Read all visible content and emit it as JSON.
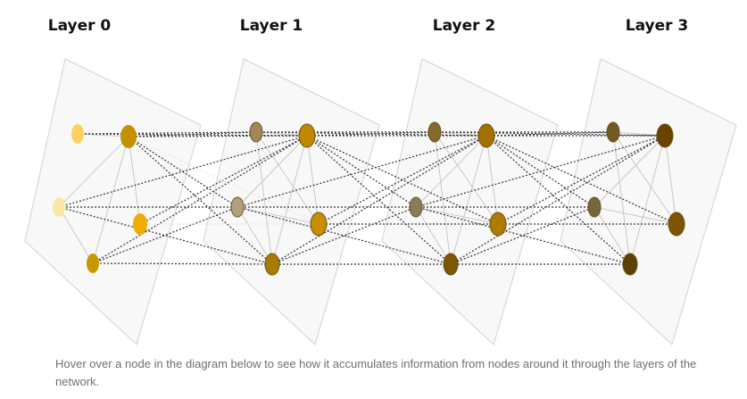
{
  "layers": [
    {
      "title": "Layer 0"
    },
    {
      "title": "Layer 1"
    },
    {
      "title": "Layer 2"
    },
    {
      "title": "Layer 3"
    }
  ],
  "caption": "Hover over a node in the diagram below to see how it accumulates information from nodes around it through the layers of the network.",
  "colors": {
    "plane_fill": "#f6f6f6",
    "plane_stroke": "#d2d2d2",
    "edge": "#c8c8c8",
    "dotted_dark": "#333333",
    "dotted_light": "#e2e2e2",
    "layer0_nodes": [
      "#fcd15f",
      "#c59100",
      "#fbe7a6",
      "#f0ad00",
      "#c89800"
    ],
    "layer1_nodes": [
      "#a2875a",
      "#c08800",
      "#b2a17e",
      "#c88d00",
      "#a87c00"
    ],
    "layer2_nodes": [
      "#85692e",
      "#a47000",
      "#8b7b58",
      "#b07c00",
      "#7b5700"
    ],
    "layer3_nodes": [
      "#725a25",
      "#684400",
      "#75673e",
      "#7e5400",
      "#5e4100"
    ]
  }
}
